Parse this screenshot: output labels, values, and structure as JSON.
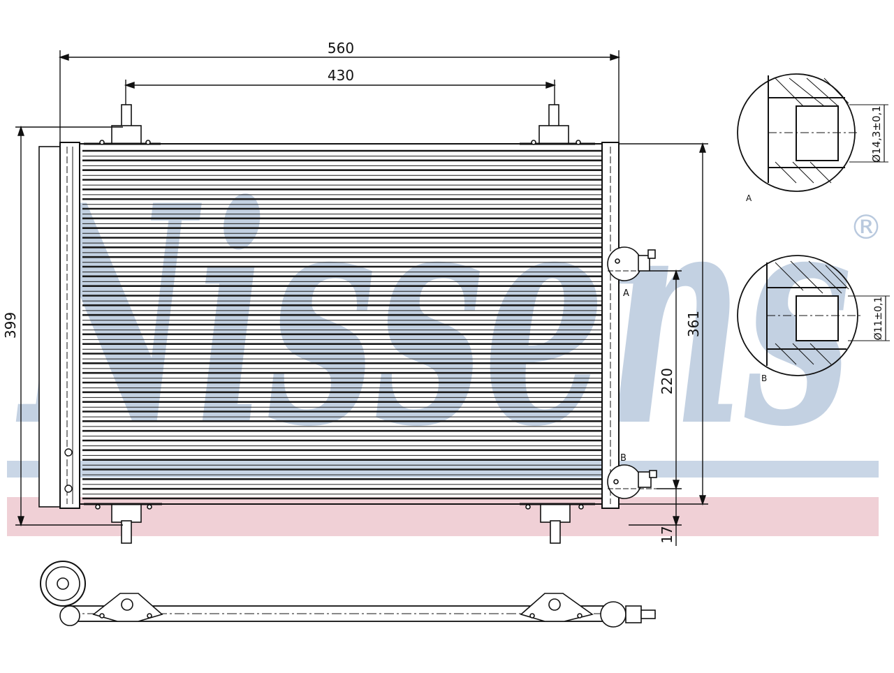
{
  "watermark": {
    "brand": "Nissens",
    "registered": "®",
    "text_color": "#b9c9de",
    "band_blue": "#c9d6e6",
    "band_red": "#f0d0d6"
  },
  "dimensions": {
    "overall_width": "560",
    "bracket_spacing": "430",
    "overall_height": "399",
    "core_height": "361",
    "port_spacing": "220",
    "bottom_offset": "17"
  },
  "details": {
    "a": {
      "label": "A",
      "diameter": "Ø14,3±0,1"
    },
    "b": {
      "label": "B",
      "diameter": "Ø11±0,1"
    }
  },
  "callouts": {
    "port_a": "A",
    "port_b": "B"
  },
  "colors": {
    "line": "#111111",
    "tube": "#1a1a1a"
  }
}
